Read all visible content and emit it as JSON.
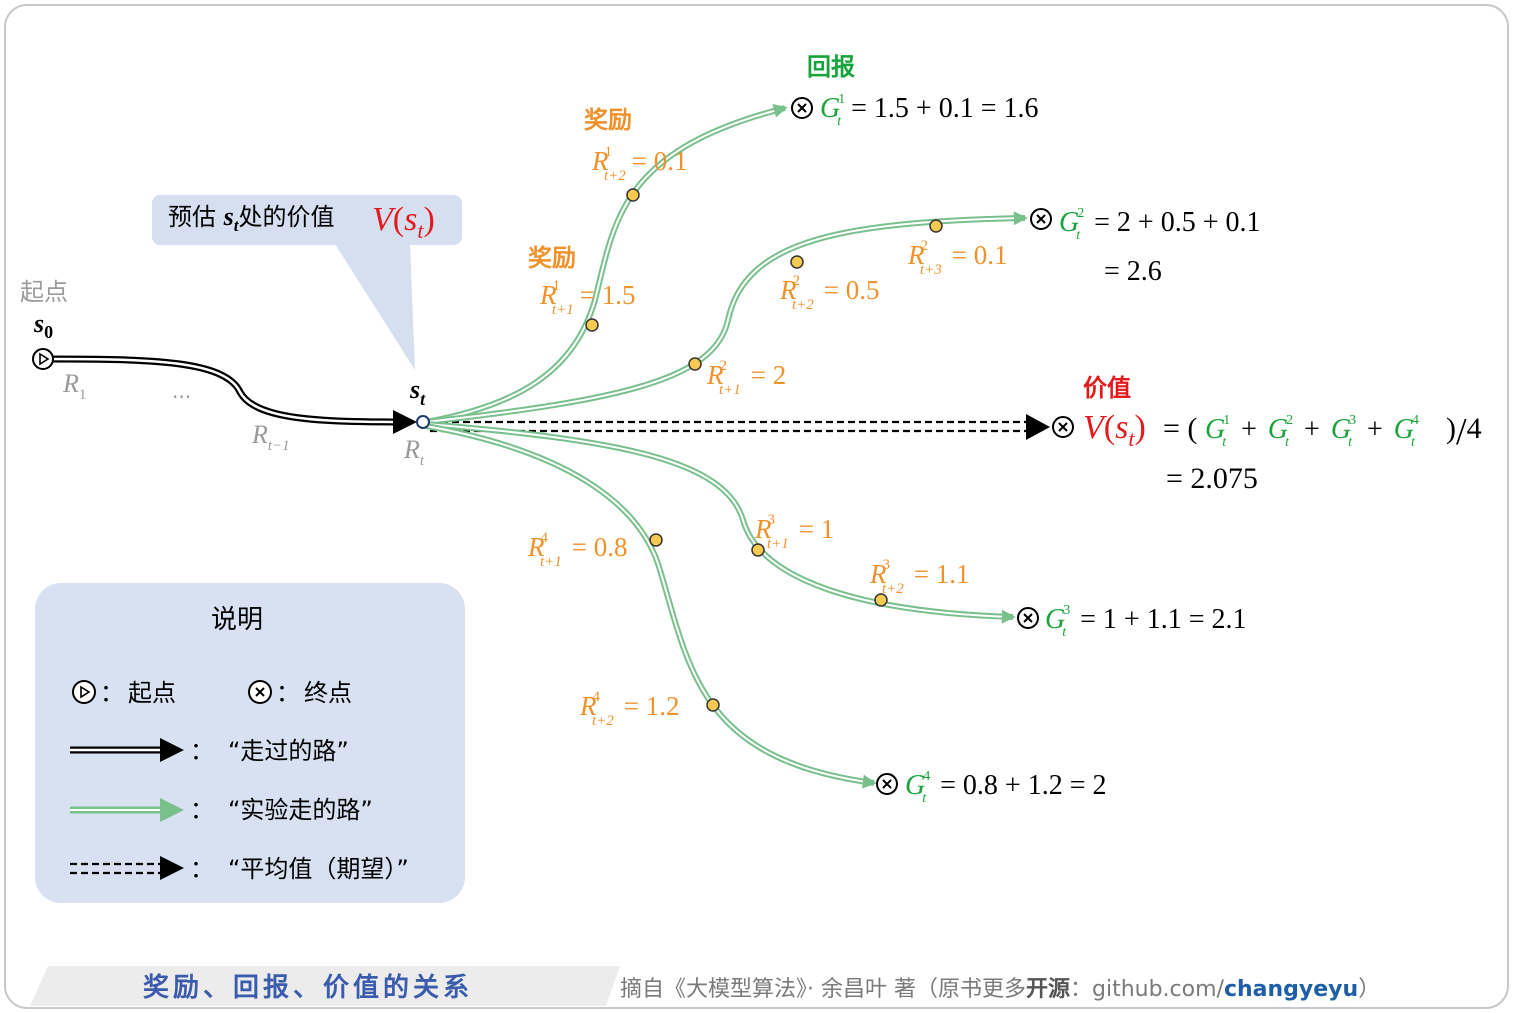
{
  "colors": {
    "orange": "#f0922c",
    "green": "#17a43a",
    "branch": "#79c08d",
    "red": "#e31a1c",
    "grey": "#9a9a9a",
    "callout_bg": "#d5dff0",
    "legend_bg": "#d7e1f1",
    "footer_title": "#3b5cac",
    "footer_text": "#7a7a7a"
  },
  "labels": {
    "start": "起点",
    "s0": "s",
    "s0_sub": "0",
    "st": "s",
    "st_sub": "t",
    "r1": "R",
    "r1_sub": "1",
    "dots": "...",
    "rt1": "R",
    "rt1_sub": "t−1",
    "rt": "R",
    "rt_sub": "t",
    "reward_1": "奖励",
    "reward_2": "奖励",
    "return": "回报",
    "value": "价值"
  },
  "callout": {
    "text": "预估 ",
    "s": "s",
    "s_sub": "t",
    "text2": "处的价值",
    "formula_v": "V",
    "formula_open": "(",
    "formula_s": "s",
    "formula_sub": "t",
    "formula_close": ")"
  },
  "rewards": {
    "b1_r1": {
      "sup": "1",
      "sub": "t+1",
      "val": "= 1.5"
    },
    "b1_r2": {
      "sup": "1",
      "sub": "t+2",
      "val": "= 0.1"
    },
    "b2_r1": {
      "sup": "2",
      "sub": "t+1",
      "val": "= 2"
    },
    "b2_r2": {
      "sup": "2",
      "sub": "t+2",
      "val": "= 0.5"
    },
    "b2_r3": {
      "sup": "2",
      "sub": "t+3",
      "val": "= 0.1"
    },
    "b3_r1": {
      "sup": "3",
      "sub": "t+1",
      "val": "= 1"
    },
    "b3_r2": {
      "sup": "3",
      "sub": "t+2",
      "val": "= 1.1"
    },
    "b4_r1": {
      "sup": "4",
      "sub": "t+1",
      "val": "= 0.8"
    },
    "b4_r2": {
      "sup": "4",
      "sub": "t+2",
      "val": "= 1.2"
    }
  },
  "returns": {
    "g1": {
      "sup": "1",
      "expr": "= 1.5 + 0.1 = 1.6"
    },
    "g2": {
      "sup": "2",
      "expr": "= 2 + 0.5 + 0.1",
      "expr2": "= 2.6"
    },
    "g3": {
      "sup": "3",
      "expr": "= 1 + 1.1 = 2.1"
    },
    "g4": {
      "sup": "4",
      "expr": "= 0.8 + 1.2 = 2"
    }
  },
  "value_formula": {
    "eq": "= (",
    "plus": "+",
    "tail": ")",
    "slash": "/",
    "div": "4",
    "result": "= 2.075"
  },
  "legend": {
    "title": "说明",
    "start": "起点",
    "end": "终点",
    "colon": "：",
    "walked": "“走过的路”",
    "experiment": "“实验走的路”",
    "average": "“平均值（期望）”"
  },
  "footer": {
    "title": "奖励、回报、价值的关系",
    "source_prefix": "摘自《大模型算法》· 余昌叶 著（原书更多",
    "source_open": "开源",
    "source_mid": "：github.com/",
    "source_user": "changyeyu",
    "source_end": "）"
  }
}
